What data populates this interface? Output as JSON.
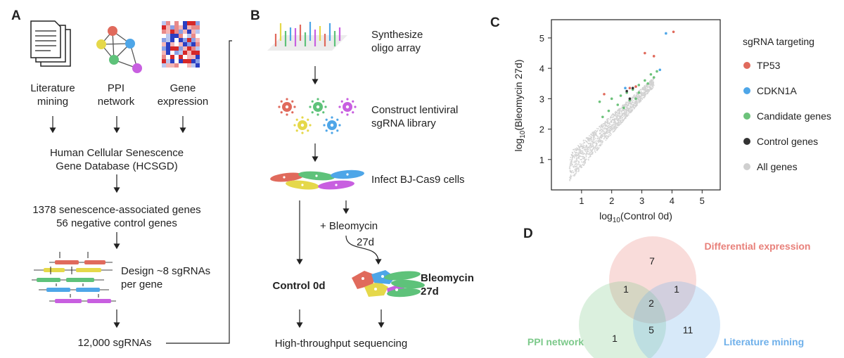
{
  "panels": {
    "a": "A",
    "b": "B",
    "c": "C",
    "d": "D"
  },
  "panel_a": {
    "sources": [
      {
        "label": "Literature\nmining",
        "icon": "document-stack-icon"
      },
      {
        "label": "PPI\nnetwork",
        "icon": "network-graph-icon"
      },
      {
        "label": "Gene\nexpression",
        "icon": "heatmap-icon"
      }
    ],
    "database": "Human Cellular Senescence\nGene Database (HCSGD)",
    "genes": "1378 senescence-associated genes\n56 negative control genes",
    "design": "Design ~8 sgRNAs\nper gene",
    "sgrnas": "12,000 sgRNAs"
  },
  "panel_b": {
    "steps": [
      "Synthesize\noligo array",
      "Construct lentiviral\nsgRNA library",
      "Infect BJ-Cas9 cells"
    ],
    "treatment": "+ Bleomycin",
    "duration": "27d",
    "control": "Control 0d",
    "bleomycin": "Bleomycin\n27d",
    "sequencing": "High-throughput sequencing"
  },
  "panel_c": {
    "chart_data": {
      "type": "scatter",
      "xlabel": "log10(Control 0d)",
      "ylabel": "log10(Bleomycin 27d)",
      "xticks": [
        1,
        2,
        3,
        4,
        5
      ],
      "yticks": [
        1,
        2,
        3,
        4,
        5
      ],
      "xlim": [
        0,
        5.6
      ],
      "ylim": [
        0,
        5.6
      ],
      "legend_title": "sgRNA targeting",
      "legend_position": "right",
      "series": [
        {
          "name": "TP53",
          "color": "#e06a5c",
          "points": [
            [
              4.05,
              5.2
            ],
            [
              3.1,
              4.5
            ],
            [
              3.4,
              4.4
            ],
            [
              1.75,
              3.15
            ],
            [
              2.6,
              3.35
            ],
            [
              2.8,
              3.4
            ]
          ]
        },
        {
          "name": "CDKN1A",
          "color": "#4ea6e8",
          "points": [
            [
              3.8,
              5.15
            ],
            [
              2.45,
              3.35
            ],
            [
              3.6,
              3.95
            ]
          ]
        },
        {
          "name": "Candidate genes",
          "color": "#6cc27a",
          "points": [
            [
              1.6,
              2.9
            ],
            [
              2.0,
              3.0
            ],
            [
              2.3,
              3.1
            ],
            [
              2.5,
              3.2
            ],
            [
              2.7,
              3.3
            ],
            [
              2.9,
              3.45
            ],
            [
              3.1,
              3.6
            ],
            [
              3.3,
              3.8
            ],
            [
              3.5,
              3.9
            ],
            [
              2.2,
              2.8
            ],
            [
              2.6,
              2.95
            ],
            [
              2.9,
              3.2
            ],
            [
              1.9,
              2.6
            ],
            [
              2.4,
              2.7
            ],
            [
              3.2,
              3.5
            ],
            [
              1.7,
              2.4
            ],
            [
              2.8,
              3.0
            ],
            [
              3.4,
              3.7
            ]
          ]
        },
        {
          "name": "Control genes",
          "color": "#333333",
          "points": [
            [
              2.5,
              3.25
            ],
            [
              2.7,
              3.35
            ],
            [
              2.6,
              3.0
            ]
          ]
        },
        {
          "name": "All genes",
          "color": "#cfcfcf",
          "points": []
        }
      ]
    }
  },
  "panel_d": {
    "sets": [
      "Differential expression",
      "PPI network",
      "Literature mining"
    ],
    "colors": [
      "#e8807a",
      "#7cc98a",
      "#6fb0ea"
    ],
    "counts": {
      "expr_only": "7",
      "ppi_only": "1",
      "lit_only": "11",
      "expr_ppi": "1",
      "expr_lit": "1",
      "ppi_lit": "5",
      "all": "2"
    }
  }
}
